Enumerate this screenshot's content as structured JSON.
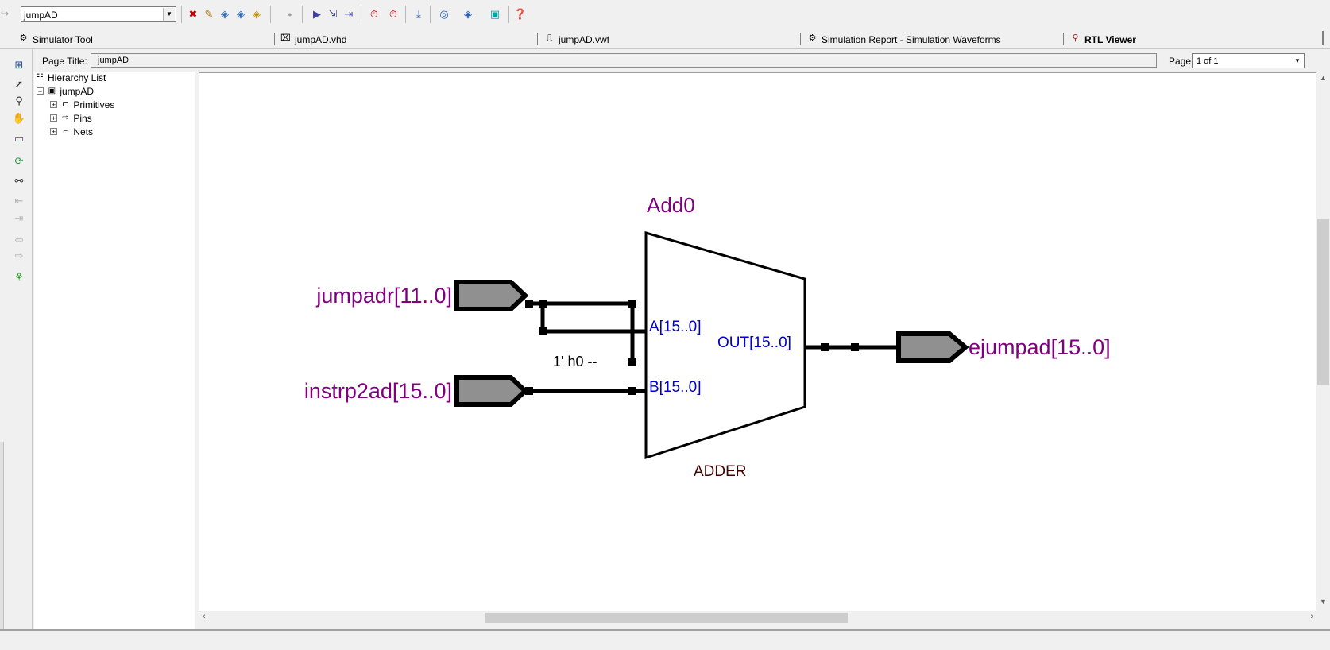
{
  "toolbar": {
    "redo_icon": "redo-icon",
    "project_selector": "jumpAD"
  },
  "tabs": [
    {
      "label": "Simulator Tool",
      "icon": "simulator-tool-icon"
    },
    {
      "label": "jumpAD.vhd",
      "icon": "vhd-file-icon"
    },
    {
      "label": "jumpAD.vwf",
      "icon": "waveform-file-icon"
    },
    {
      "label": "Simulation Report - Simulation Waveforms",
      "icon": "simulation-report-icon"
    },
    {
      "label": "RTL Viewer",
      "icon": "rtl-viewer-icon",
      "active": true
    }
  ],
  "page_title": {
    "label": "Page Title:",
    "value": "jumpAD",
    "page_label": "Page:",
    "page_value": "1 of 1"
  },
  "hierarchy": {
    "title": "Hierarchy List",
    "root": "jumpAD",
    "children": [
      "Primitives",
      "Pins",
      "Nets"
    ]
  },
  "schematic": {
    "block_name": "Add0",
    "block_type": "ADDER",
    "input_a_port": "A[15..0]",
    "input_b_port": "B[15..0]",
    "output_port": "OUT[15..0]",
    "input_pin_1": "jumpadr[11..0]",
    "input_pin_2": "instrp2ad[15..0]",
    "output_pin": "ejumpad[15..0]",
    "constant_label": "1' h0 --",
    "colors": {
      "pin_name": "#800080",
      "port_name": "#0000cc",
      "type_label": "#400000",
      "pin_fill": "#909090",
      "wire": "#000000"
    }
  }
}
